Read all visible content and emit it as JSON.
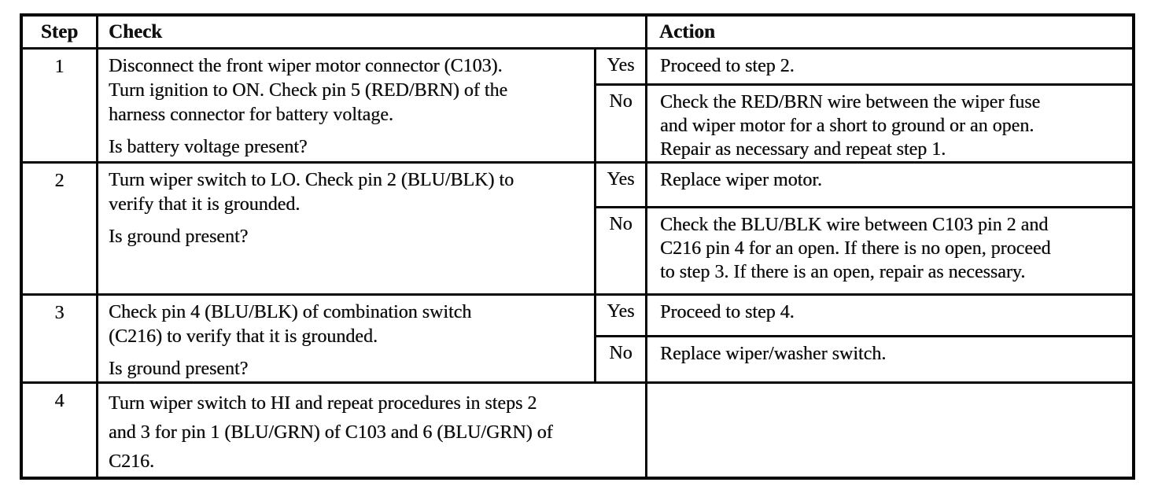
{
  "table": {
    "header": {
      "step": "Step",
      "check": "Check",
      "action": "Action"
    },
    "rows": [
      {
        "step": "1",
        "check": [
          "Disconnect the front wiper motor connector (C103).",
          "Turn ignition to ON. Check pin 5 (RED/BRN) of the",
          "harness connector for battery voltage."
        ],
        "question": "Is battery voltage present?",
        "yes_label": "Yes",
        "no_label": "No",
        "yes_action": [
          "Proceed to step 2."
        ],
        "no_action": [
          "Check the RED/BRN wire between the wiper fuse",
          "and wiper motor for a short to ground or an open.",
          "Repair as necessary and repeat step 1."
        ]
      },
      {
        "step": "2",
        "check": [
          "Turn wiper switch to LO. Check pin 2 (BLU/BLK) to",
          "verify that it is grounded."
        ],
        "question": "Is ground present?",
        "yes_label": "Yes",
        "no_label": "No",
        "yes_action": [
          "Replace wiper motor."
        ],
        "no_action": [
          "Check the BLU/BLK wire between C103 pin 2 and",
          "C216 pin 4 for an open.  If there is no open, proceed",
          "to step 3. If there is an open, repair as necessary."
        ]
      },
      {
        "step": "3",
        "check": [
          "Check pin 4 (BLU/BLK) of combination switch",
          "(C216) to verify that it is grounded."
        ],
        "question": "Is ground present?",
        "yes_label": "Yes",
        "no_label": "No",
        "yes_action": [
          "Proceed to step 4."
        ],
        "no_action": [
          "Replace wiper/washer switch."
        ]
      },
      {
        "step": "4",
        "check": [
          "Turn wiper switch to HI and repeat procedures in steps 2",
          "and 3 for pin 1 (BLU/GRN) of C103 and 6 (BLU/GRN) of",
          "C216."
        ],
        "action": ""
      }
    ]
  },
  "colors": {
    "ink": "#101010",
    "border": "#060606",
    "paper": "#ffffff"
  }
}
